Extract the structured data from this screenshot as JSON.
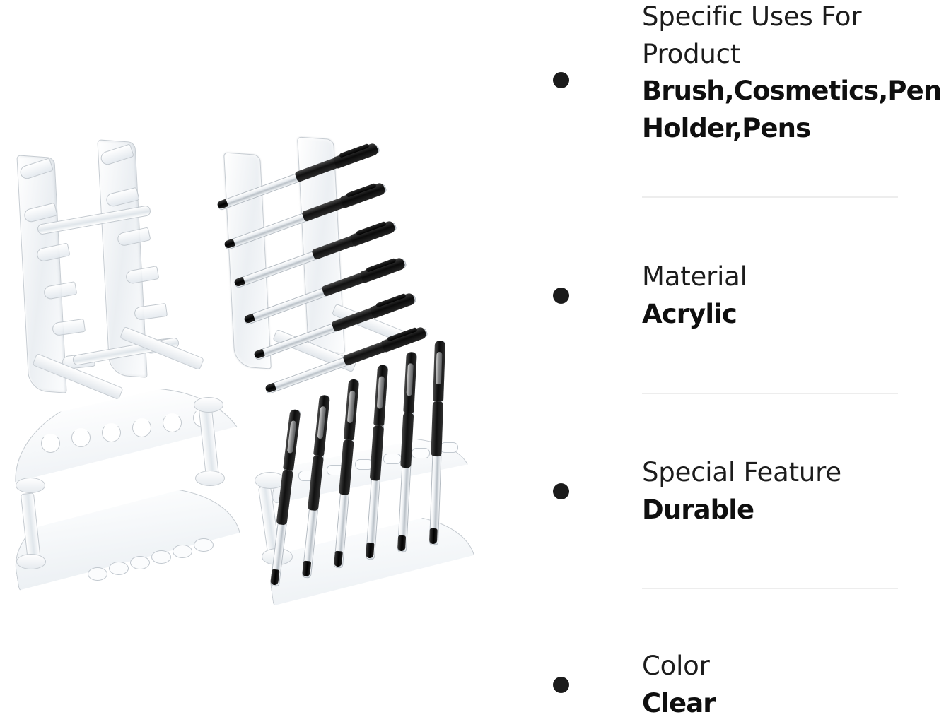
{
  "product_image": {
    "alt": "Four clear acrylic pen display stands, two loaded with black gel pens",
    "background_color": "#ffffff",
    "items": [
      {
        "name": "tiered-pen-rack-empty",
        "description": "Clear acrylic 6-tier angled pen rack, empty",
        "tier_count": 6,
        "position": "top-left"
      },
      {
        "name": "tiered-pen-rack-loaded",
        "description": "Clear acrylic 6-tier angled pen rack holding six black gel pens",
        "tier_count": 6,
        "pen_count": 6,
        "position": "top-right"
      },
      {
        "name": "curved-arch-stand-empty",
        "description": "Clear acrylic curved arch stand with six notches and six base holes, empty",
        "slot_count": 6,
        "position": "bottom-left"
      },
      {
        "name": "curved-arch-stand-loaded",
        "description": "Clear acrylic curved arch stand holding six upright black gel pens",
        "slot_count": 6,
        "pen_count": 6,
        "position": "bottom-right"
      }
    ],
    "pen_appearance": {
      "cap_color": "#0c0c0c",
      "grip_color": "#111111",
      "barrel_color": "#e9edf1",
      "tip_color": "#000000"
    },
    "acrylic_color": "#e8ecf0"
  },
  "specs": {
    "bullet_color": "#1b1b1b",
    "divider_color": "#ededed",
    "items": [
      {
        "label": "Specific Uses For Product",
        "value": "Brush,Cosmetics,Pen Holder,Pens"
      },
      {
        "label": "Material",
        "value": "Acrylic"
      },
      {
        "label": "Special Feature",
        "value": "Durable"
      },
      {
        "label": "Color",
        "value": "Clear"
      }
    ]
  }
}
